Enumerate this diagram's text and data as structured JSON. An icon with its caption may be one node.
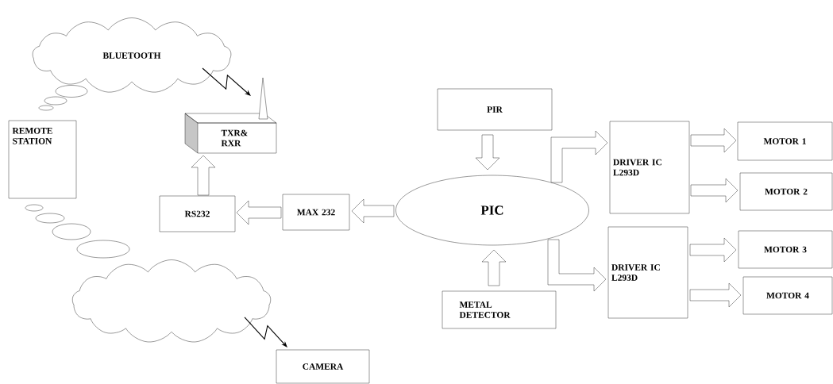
{
  "diagram": {
    "nodes": [
      {
        "text": [
          "BLUETOOTH"
        ]
      },
      {
        "text": [
          "REMOTE STATION"
        ]
      },
      {
        "text": [
          "TXR& RXR"
        ]
      },
      {
        "text": [
          "RS232"
        ]
      },
      {
        "text": [
          "MAX 232"
        ]
      },
      {
        "text": [
          "PIC"
        ]
      },
      {
        "text": [
          "PIR"
        ]
      },
      {
        "text": [
          "DRIVER IC L293D"
        ]
      },
      {
        "text": [
          "MOTOR 1"
        ]
      },
      {
        "text": [
          "MOTOR 2"
        ]
      },
      {
        "text": [
          "METAL DETECTOR"
        ]
      },
      {
        "text": [
          "DRIVER IC L293D"
        ]
      },
      {
        "text": [
          "MOTOR 3"
        ]
      },
      {
        "text": [
          "MOTOR 4"
        ]
      },
      {
        "text": [],
        "shape": "cloud"
      },
      {
        "text": [
          "CAMERA"
        ]
      }
    ],
    "edges": [
      {
        "from": 1,
        "to": 0,
        "arrow": "none"
      },
      {
        "from": 1,
        "to": 14,
        "arrow": "none"
      },
      {
        "from": 0,
        "to": 2,
        "arrow": "to"
      },
      {
        "from": 14,
        "to": 15,
        "arrow": "to"
      },
      {
        "from": 3,
        "to": 2,
        "arrow": "to"
      },
      {
        "from": 4,
        "to": 3,
        "arrow": "to"
      },
      {
        "from": 5,
        "to": 4,
        "arrow": "to"
      },
      {
        "from": 6,
        "to": 5,
        "arrow": "to"
      },
      {
        "from": 10,
        "to": 5,
        "arrow": "to"
      },
      {
        "from": 5,
        "to": 7,
        "arrow": "to"
      },
      {
        "from": 5,
        "to": 11,
        "arrow": "to"
      },
      {
        "from": 7,
        "to": 8,
        "arrow": "to"
      },
      {
        "from": 7,
        "to": 9,
        "arrow": "to"
      },
      {
        "from": 11,
        "to": 12,
        "arrow": "to"
      },
      {
        "from": 11,
        "to": 13,
        "arrow": "to"
      }
    ]
  }
}
